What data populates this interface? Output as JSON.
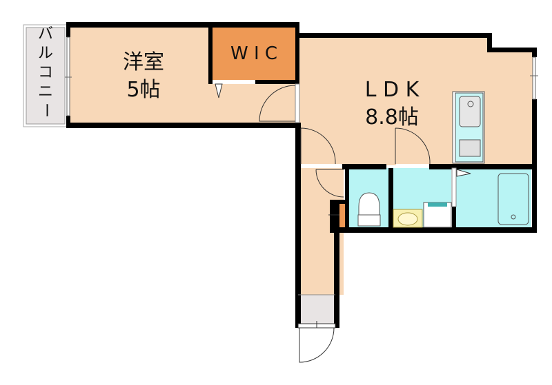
{
  "floorplan": {
    "rooms": {
      "balcony": {
        "label_chars": [
          "バ",
          "ル",
          "コ",
          "ニ",
          "ー"
        ]
      },
      "western_room": {
        "name": "洋室",
        "size": "5帖"
      },
      "wic": {
        "name": "WIC"
      },
      "ldk": {
        "name": "LDK",
        "size": "8.8帖"
      }
    },
    "labels": {
      "western_line1": "洋室",
      "western_line2": "5帖",
      "wic": "W I C",
      "ldk_line1": "L D K",
      "ldk_line2": "8.8帖"
    },
    "colors": {
      "room_floor": "#f8d8b8",
      "wic_floor": "#ee9955",
      "wet_area": "#b8f4f4",
      "balcony_floor": "#e8e4e4",
      "wall": "#000000",
      "washbasin": "#f8f0b0"
    }
  }
}
